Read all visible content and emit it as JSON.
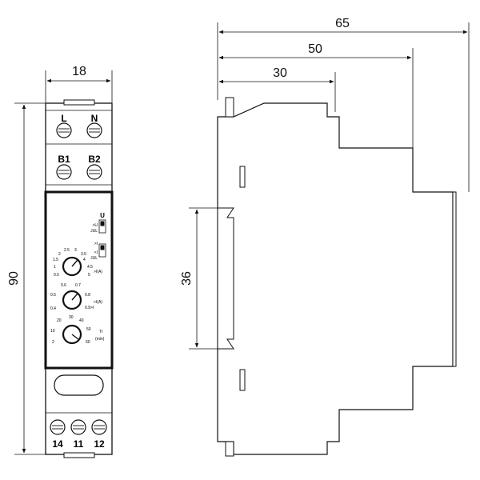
{
  "dimensions": {
    "front_width": "18",
    "front_height": "90",
    "side_total": "65",
    "side_mid": "50",
    "side_short": "30",
    "rail_height": "36"
  },
  "terminals": {
    "top_row_1": {
      "left": "L",
      "right": "N"
    },
    "top_row_2": {
      "left": "B1",
      "right": "B2"
    },
    "bottom": [
      "14",
      "11",
      "12"
    ]
  },
  "panel": {
    "switch_top_label": "U",
    "switch_top_side": ">U",
    "switch_top_pulse": "JUL",
    "switch_bottom_top": ">I",
    "switch_bottom_side": "<I",
    "switch_bottom_pulse": "JUL",
    "knob1": {
      "scale": [
        "0.5",
        "1",
        "1.5",
        "2",
        "2.5",
        "3",
        "3.5",
        "4",
        "4.5",
        "5"
      ],
      "unit": ">I(A)"
    },
    "knob2": {
      "scale": [
        "0.4",
        "0.5",
        "0.6",
        "0.7",
        "0.8",
        "0.9"
      ],
      "unit": "<I(A)",
      "end": "0.9>I"
    },
    "knob3": {
      "scale": [
        "2",
        "10",
        "20",
        "30",
        "40",
        "50",
        "60"
      ],
      "unit_top": "Tr",
      "unit_bottom": "(min)"
    }
  }
}
